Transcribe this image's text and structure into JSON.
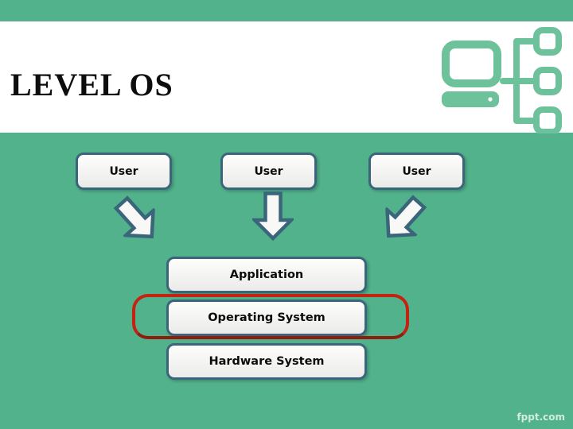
{
  "slide": {
    "title": "LEVEL OS",
    "watermark": "fppt.com",
    "colors": {
      "background_green": "#52b28b",
      "header_white": "#ffffff",
      "logo_green": "#6ec29b",
      "shape_border_blue": "#3a657b",
      "shape_fill": "#f3f3f1",
      "highlight_red": "#c32310",
      "title_text": "#0d0d0d"
    },
    "logo_icon": "computer-network-icon"
  },
  "diagram": {
    "user_boxes": [
      {
        "label": "User"
      },
      {
        "label": "User"
      },
      {
        "label": "User"
      }
    ],
    "arrows": [
      {
        "direction": "down-right"
      },
      {
        "direction": "down"
      },
      {
        "direction": "down-left"
      }
    ],
    "stack_boxes": [
      {
        "label": "Application",
        "highlighted": false
      },
      {
        "label": "Operating System",
        "highlighted": true
      },
      {
        "label": "Hardware System",
        "highlighted": false
      }
    ]
  }
}
